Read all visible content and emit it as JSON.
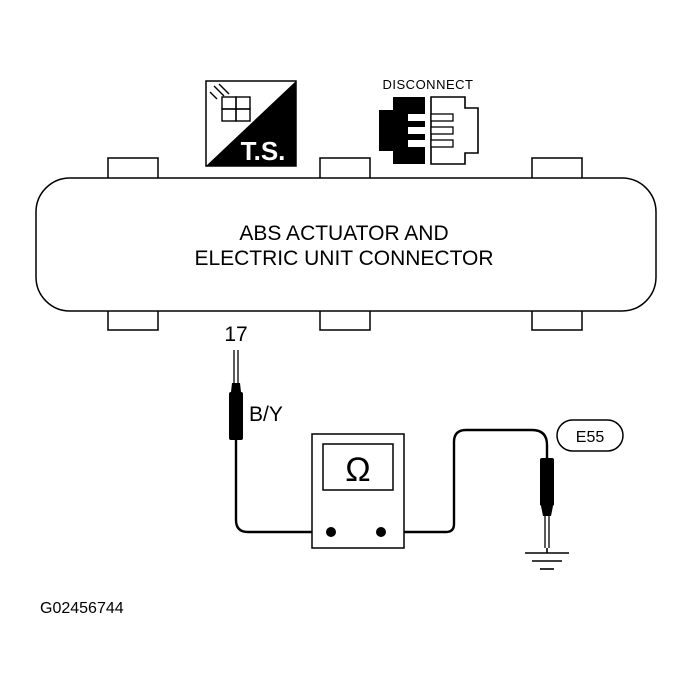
{
  "connector": {
    "line1": "ABS ACTUATOR AND",
    "line2": "ELECTRIC UNIT CONNECTOR"
  },
  "ts_badge": {
    "label": "T.S.",
    "icon": "test-probe-icon"
  },
  "disconnect": {
    "label": "DISCONNECT",
    "icon": "disconnected-connector-icon"
  },
  "terminal": {
    "number": "17"
  },
  "wire": {
    "color_code": "B/Y"
  },
  "ohmmeter": {
    "symbol": "Ω"
  },
  "ground_point": {
    "label": "E55",
    "icon": "ground-icon"
  },
  "figure_id": "G02456744",
  "colors": {
    "ink": "#000000",
    "paper": "#ffffff"
  }
}
